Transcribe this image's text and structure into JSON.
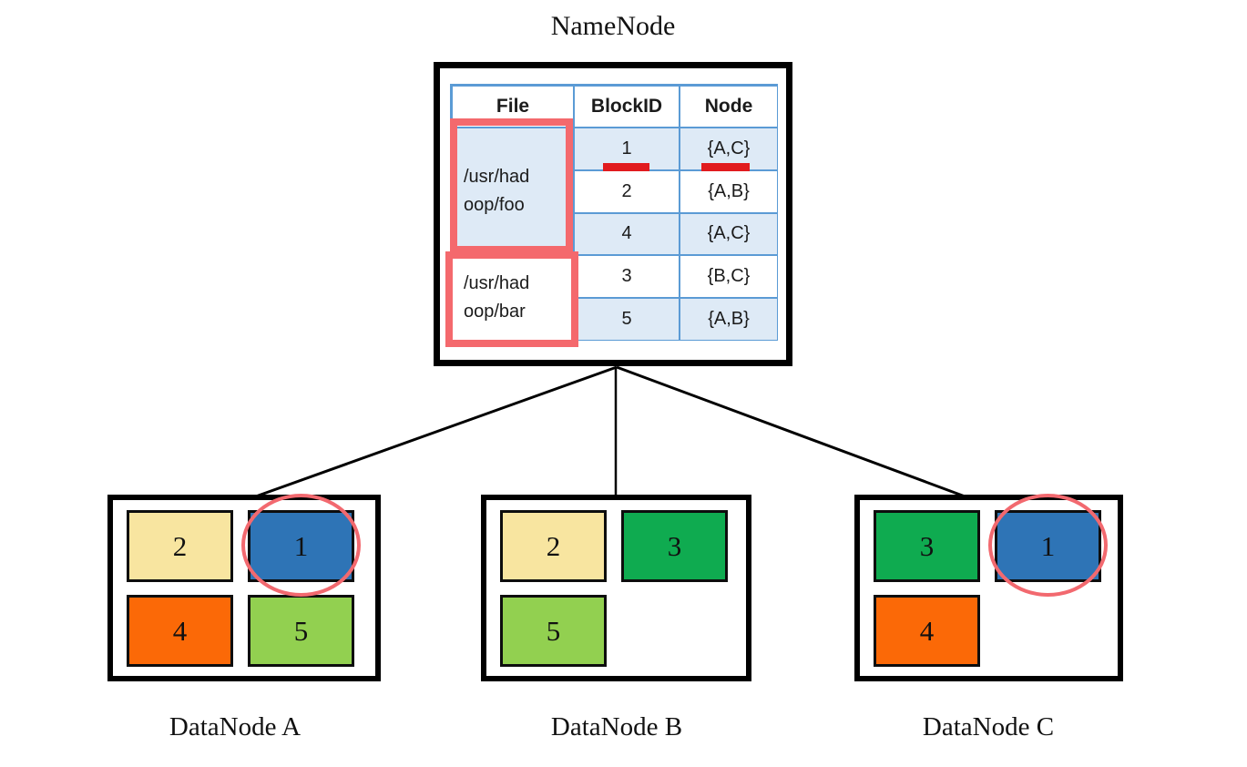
{
  "title": "NameNode",
  "namenode": {
    "headers": [
      "File",
      "BlockID",
      "Node"
    ],
    "files": [
      {
        "path": "/usr/hadoop/foo",
        "line1": "/usr/had",
        "line2": "oop/foo",
        "highlighted": true
      },
      {
        "path": "/usr/hadoop/bar",
        "line1": "/usr/had",
        "line2": "oop/bar",
        "highlighted": true
      }
    ],
    "rows": [
      {
        "block_id": "1",
        "nodes": "{A,C}",
        "underlined": true
      },
      {
        "block_id": "2",
        "nodes": "{A,B}",
        "underlined": false
      },
      {
        "block_id": "4",
        "nodes": "{A,C}",
        "underlined": false
      },
      {
        "block_id": "3",
        "nodes": "{B,C}",
        "underlined": false
      },
      {
        "block_id": "5",
        "nodes": "{A,B}",
        "underlined": false
      }
    ]
  },
  "datanodes": [
    {
      "label": "DataNode A",
      "blocks": [
        {
          "id": "2",
          "color": "#F8E5A0",
          "circled": false
        },
        {
          "id": "1",
          "color": "#2E74B6",
          "circled": true
        },
        {
          "id": "4",
          "color": "#FB6907",
          "circled": false
        },
        {
          "id": "5",
          "color": "#92D050",
          "circled": false
        }
      ]
    },
    {
      "label": "DataNode B",
      "blocks": [
        {
          "id": "2",
          "color": "#F8E5A0",
          "circled": false
        },
        {
          "id": "3",
          "color": "#0FAB50",
          "circled": false
        },
        {
          "id": "5",
          "color": "#92D050",
          "circled": false
        }
      ]
    },
    {
      "label": "DataNode C",
      "blocks": [
        {
          "id": "3",
          "color": "#0FAB50",
          "circled": false
        },
        {
          "id": "1",
          "color": "#2E74B6",
          "circled": true
        },
        {
          "id": "4",
          "color": "#FB6907",
          "circled": false
        }
      ]
    }
  ],
  "colors": {
    "table_border": "#5B9BD5",
    "row_shade": "#DEEAF6",
    "highlight_frame": "#F4696D",
    "underline_red": "#E11B1E",
    "circle_red": "#F2696F",
    "block_outline": "#0d0d0d",
    "box_outline": "#000000"
  }
}
